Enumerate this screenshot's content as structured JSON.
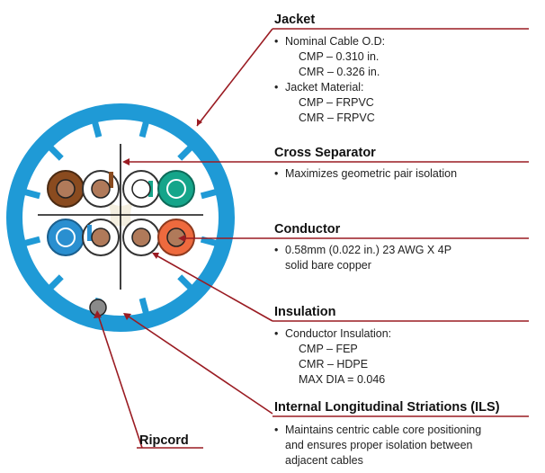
{
  "colors": {
    "jacket": "#1f9ad6",
    "leader": "#9a1b22",
    "brown": "#8a4b1f",
    "blue": "#2a8fd0",
    "orange": "#ee6a3e",
    "green": "#15a58a",
    "copper": "#b07a5a",
    "ripcord": "#8a8a8a"
  },
  "callouts": {
    "jacket": {
      "title": "Jacket",
      "lines": [
        "Nominal Cable O.D:",
        "CMP – 0.310 in.",
        "CMR – 0.326 in.",
        "Jacket Material:",
        "CMP – FRPVC",
        "CMR – FRPVC"
      ]
    },
    "cross_separator": {
      "title": "Cross Separator",
      "lines": [
        "Maximizes geometric pair isolation"
      ]
    },
    "conductor": {
      "title": "Conductor",
      "lines": [
        "0.58mm (0.022 in.) 23 AWG X 4P",
        "solid bare copper"
      ]
    },
    "insulation": {
      "title": "Insulation",
      "lines": [
        "Conductor Insulation:",
        "CMP –  FEP",
        "CMR –  HDPE",
        "MAX DIA = 0.046"
      ]
    },
    "ils": {
      "title": "Internal Longitudinal Striations (ILS)",
      "lines": [
        "Maintains centric cable core positioning",
        "and ensures proper isolation between",
        "adjacent cables"
      ]
    },
    "ripcord": {
      "title": "Ripcord"
    }
  },
  "bullet": "•"
}
